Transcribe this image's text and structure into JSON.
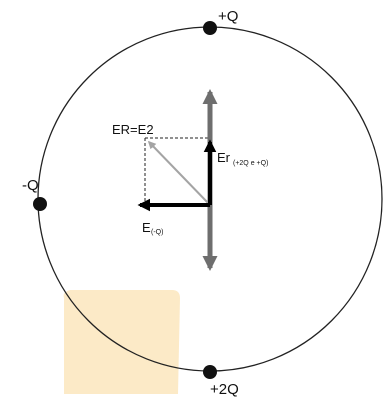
{
  "diagram": {
    "charges": {
      "top": "+Q",
      "left": "-Q",
      "bottom": "+2Q"
    },
    "vectors": {
      "resultant_main": "ER=E2",
      "field_pos_main": "Er",
      "field_pos_sub": "(+2Q e +Q)",
      "field_neg_main": "E",
      "field_neg_sub": "(-Q)"
    },
    "colors": {
      "circle": "#222222",
      "charge": "#111111",
      "field_arrow": "#000000",
      "component_arrow": "#6e6e6e",
      "resultant_arrow": "#a4a4a4",
      "watermark": "#fbe6bd"
    }
  }
}
